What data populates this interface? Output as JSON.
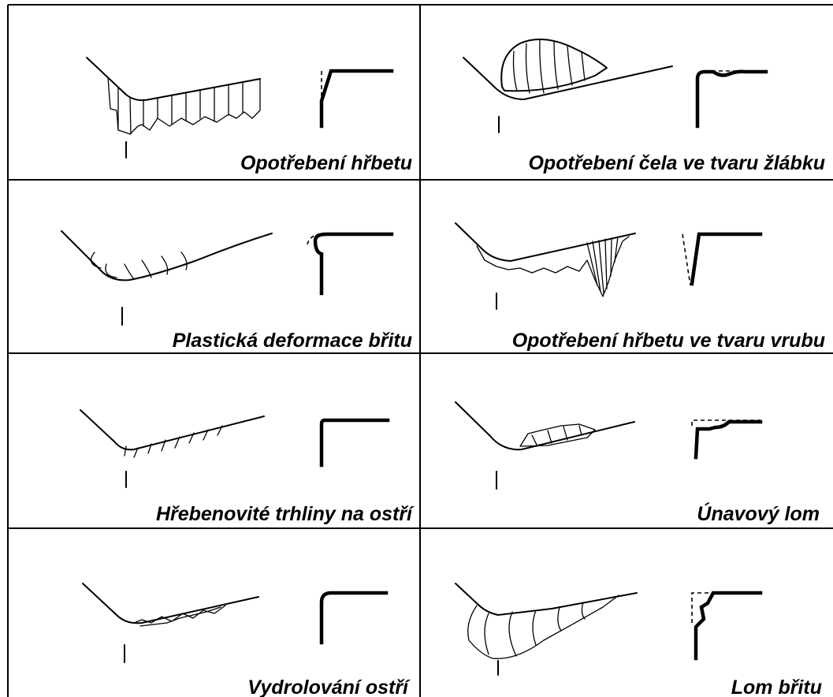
{
  "panels": [
    {
      "id": "flank-wear",
      "caption": "Opotřebení hřbetu"
    },
    {
      "id": "crater-wear",
      "caption": "Opotřebení čela ve tvaru žlábku"
    },
    {
      "id": "plastic-deformation",
      "caption": "Plastická deformace břitu"
    },
    {
      "id": "notch-wear",
      "caption": "Opotřebení hřbetu ve tvaru vrubu"
    },
    {
      "id": "comb-cracks",
      "caption": "Hřebenovité trhliny na ostří"
    },
    {
      "id": "fatigue-fracture",
      "caption": "Únavový lom"
    },
    {
      "id": "edge-chipping",
      "caption": "Vydrolování ostří"
    },
    {
      "id": "edge-breakage",
      "caption": "Lom břitu"
    }
  ]
}
